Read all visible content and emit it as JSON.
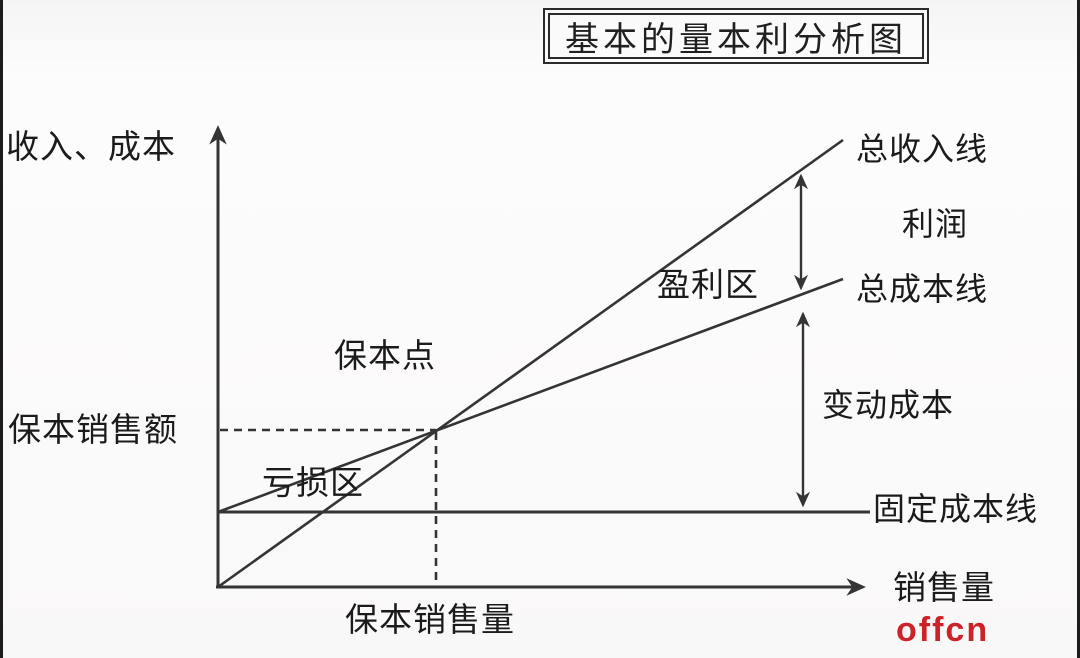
{
  "meta": {
    "background": "#fbfafa",
    "line_color": "#343434",
    "text_color": "#1b1b1b",
    "brand_color": "#cc2329"
  },
  "title": "基本的量本利分析图",
  "axes": {
    "y_label": "收入、成本",
    "x_label": "销售量"
  },
  "labels": {
    "total_revenue_line": "总收入线",
    "profit": "利润",
    "total_cost_line": "总成本线",
    "profit_area": "盈利区",
    "break_even_point": "保本点",
    "break_even_sales_amount": "保本销售额",
    "variable_cost": "变动成本",
    "loss_area": "亏损区",
    "fixed_cost_line": "固定成本线",
    "break_even_sales_volume": "保本销售量"
  },
  "watermark": "offcn",
  "chart_data": {
    "type": "line",
    "title": "基本的量本利分析图",
    "xlabel": "销售量",
    "ylabel": "收入、成本",
    "axes_numeric": false,
    "series": [
      {
        "name": "总收入线",
        "description": "从原点出发的上升直线（斜率最大）"
      },
      {
        "name": "总成本线",
        "description": "从固定成本水平出发的上升直线（斜率较小）"
      },
      {
        "name": "固定成本线",
        "description": "水平直线"
      }
    ],
    "annotations": [
      {
        "name": "保本点",
        "description": "总收入线与总成本线的交点"
      },
      {
        "name": "保本销售额",
        "description": "保本点对应的纵轴虚线值"
      },
      {
        "name": "保本销售量",
        "description": "保本点对应的横轴虚线值"
      },
      {
        "name": "盈利区",
        "description": "保本点右侧，总收入线与总成本线之间"
      },
      {
        "name": "亏损区",
        "description": "保本点左侧，总成本线与总收入线之间"
      },
      {
        "name": "利润",
        "description": "总收入线与总成本线之间的垂直双箭头"
      },
      {
        "name": "变动成本",
        "description": "总成本线与固定成本线之间的垂直双箭头"
      }
    ],
    "legend_position": "none",
    "grid": false
  }
}
